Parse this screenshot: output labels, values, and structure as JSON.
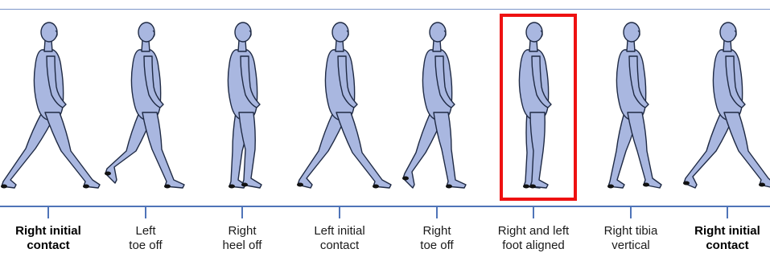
{
  "phases": [
    {
      "lines": [
        "Right initial",
        "contact"
      ],
      "bold": true,
      "highlighted": false
    },
    {
      "lines": [
        "Left",
        "toe off"
      ],
      "bold": false,
      "highlighted": false
    },
    {
      "lines": [
        "Right",
        "heel off"
      ],
      "bold": false,
      "highlighted": false
    },
    {
      "lines": [
        "Left initial",
        "contact"
      ],
      "bold": false,
      "highlighted": false
    },
    {
      "lines": [
        "Right",
        "toe off"
      ],
      "bold": false,
      "highlighted": false
    },
    {
      "lines": [
        "Right and left",
        "foot aligned"
      ],
      "bold": false,
      "highlighted": true
    },
    {
      "lines": [
        "Right tibia",
        "vertical"
      ],
      "bold": false,
      "highlighted": false
    },
    {
      "lines": [
        "Right initial",
        "contact"
      ],
      "bold": true,
      "highlighted": false
    }
  ],
  "colors": {
    "figure_fill": "#a9b7e0",
    "figure_outline": "#1f2a44",
    "timeline": "#4f74b8",
    "highlight_box": "#ee1111"
  }
}
